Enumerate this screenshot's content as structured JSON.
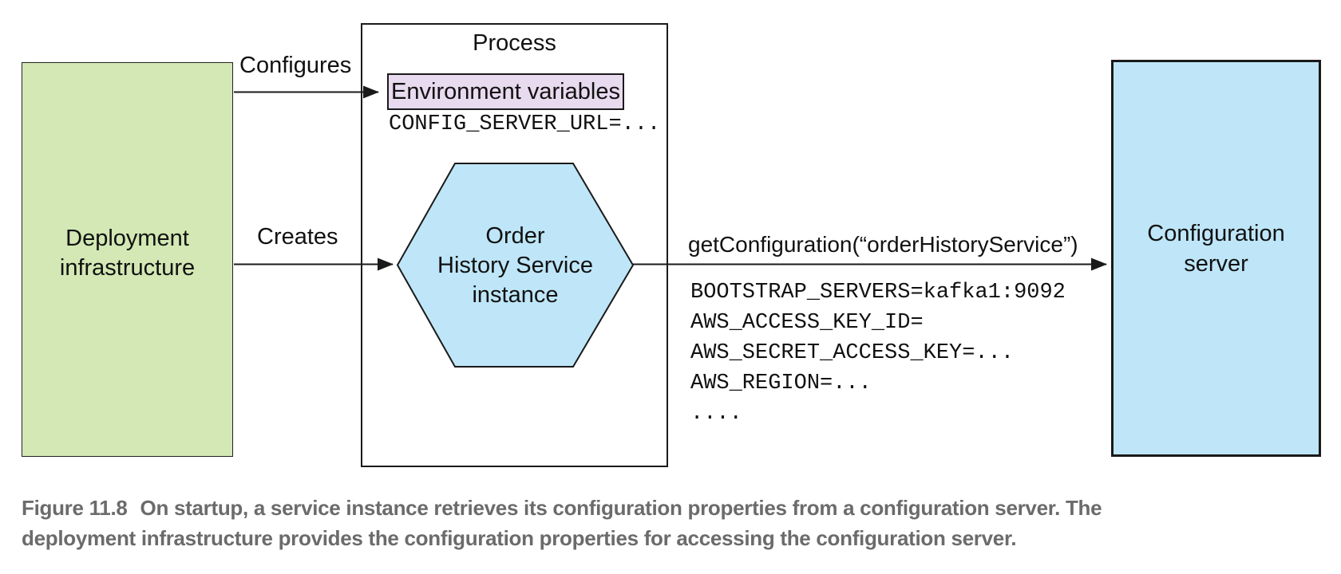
{
  "diagram": {
    "deployment_box": {
      "label": "Deployment\ninfrastructure"
    },
    "process_box": {
      "title": "Process",
      "env_box_label": "Environment variables",
      "env_var_text": "CONFIG_SERVER_URL=...",
      "hexagon_label": "Order\nHistory Service\ninstance"
    },
    "config_server_box": {
      "label": "Configuration\nserver"
    },
    "arrows": {
      "configures_label": "Configures",
      "creates_label": "Creates",
      "get_configuration_label": "getConfiguration(“orderHistoryService”)"
    },
    "returned_properties": [
      "BOOTSTRAP_SERVERS=kafka1:9092",
      "AWS_ACCESS_KEY_ID=",
      "AWS_SECRET_ACCESS_KEY=...",
      "AWS_REGION=...",
      "...."
    ],
    "colors": {
      "deployment_fill": "#d3e8b4",
      "hexagon_fill": "#bee6f8",
      "config_server_fill": "#bee6f8",
      "env_box_fill": "#e8daef",
      "line_color": "#1a1a1a",
      "caption_color": "#6b6b6b"
    }
  },
  "caption": {
    "figure_label": "Figure 11.8",
    "text": "On startup, a service instance retrieves its configuration properties from a configuration server. The\ndeployment infrastructure provides the configuration properties for accessing the configuration server."
  }
}
